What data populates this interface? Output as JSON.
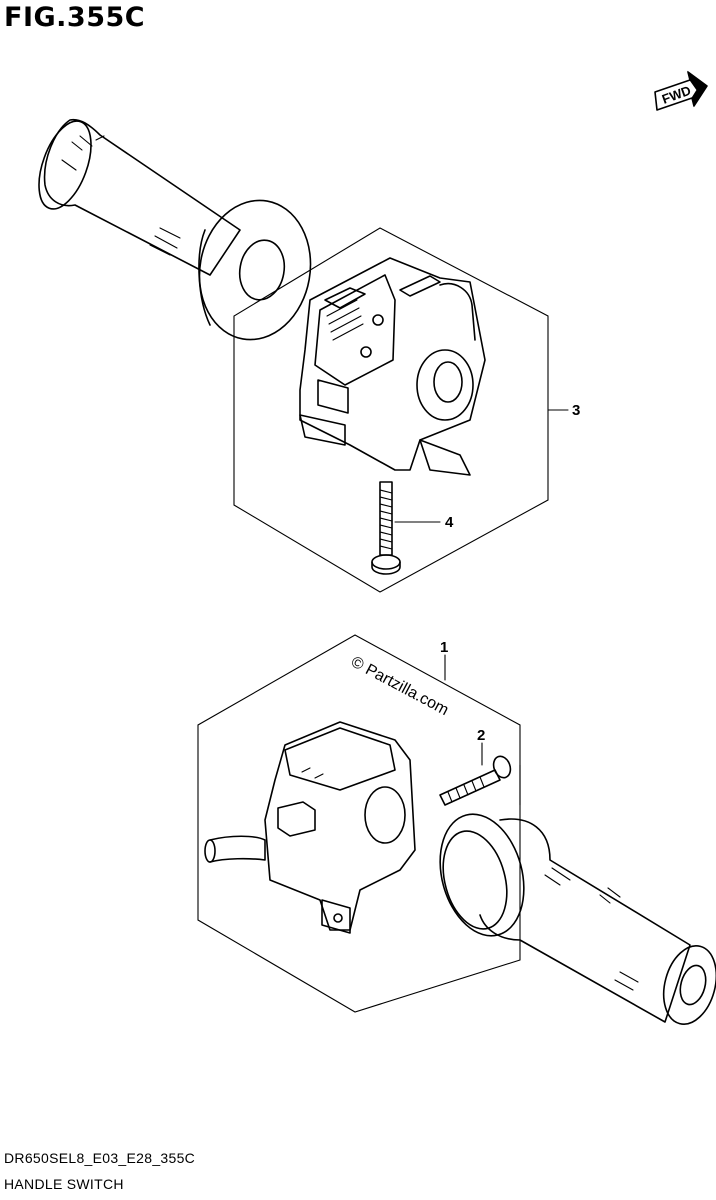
{
  "figure": {
    "title": "FIG.355C",
    "direction_label": "FWD",
    "footer_code": "DR650SEL8_E03_E28_355C",
    "footer_name": "HANDLE SWITCH",
    "watermark": "© Partzilla.com"
  },
  "callouts": [
    "1",
    "2",
    "3",
    "4"
  ],
  "icons": [
    "fwd-arrow-icon"
  ]
}
